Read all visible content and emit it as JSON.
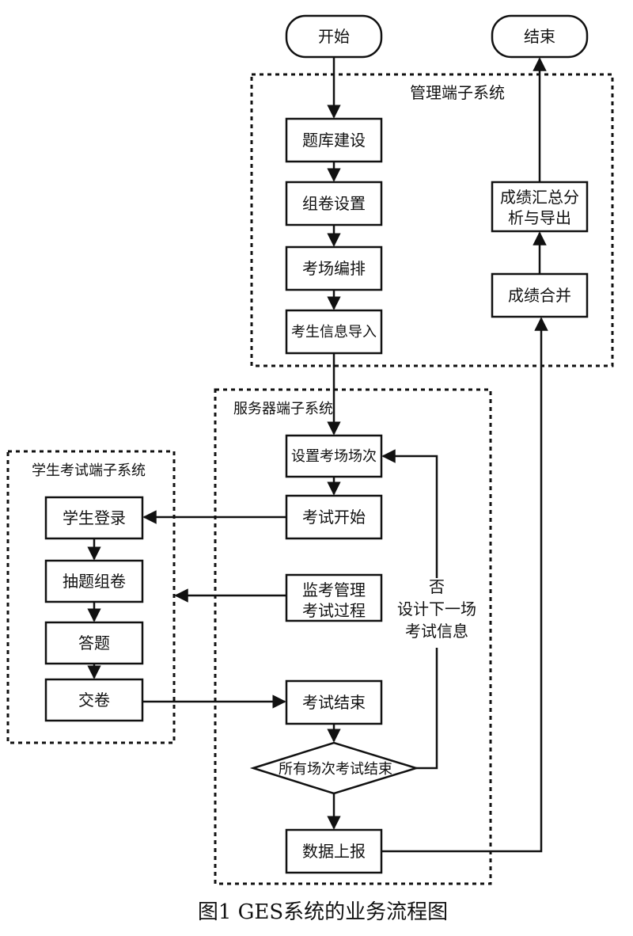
{
  "caption": "图1 GES系统的业务流程图",
  "groups": {
    "management": "管理端子系统",
    "server": "服务器端子系统",
    "student": "学生考试端子系统"
  },
  "nodes": {
    "start": "开始",
    "end": "结束",
    "question_bank": "题库建设",
    "paper_setting": "组卷设置",
    "room_arrange": "考场编排",
    "import_student": "考生信息导入",
    "merge_scores": "成绩合并",
    "score_analysis": [
      "成绩汇总分",
      "析与导出"
    ],
    "set_session": "设置考场场次",
    "exam_start": "考试开始",
    "monitor": [
      "监考管理",
      "考试过程"
    ],
    "exam_end": "考试结束",
    "all_ended": "所有场次考试结束",
    "report": "数据上报",
    "login": "学生登录",
    "draw_paper": "抽题组卷",
    "answer": "答题",
    "submit": "交卷"
  },
  "loop_label": [
    "否",
    "设计下一场",
    "考试信息"
  ]
}
